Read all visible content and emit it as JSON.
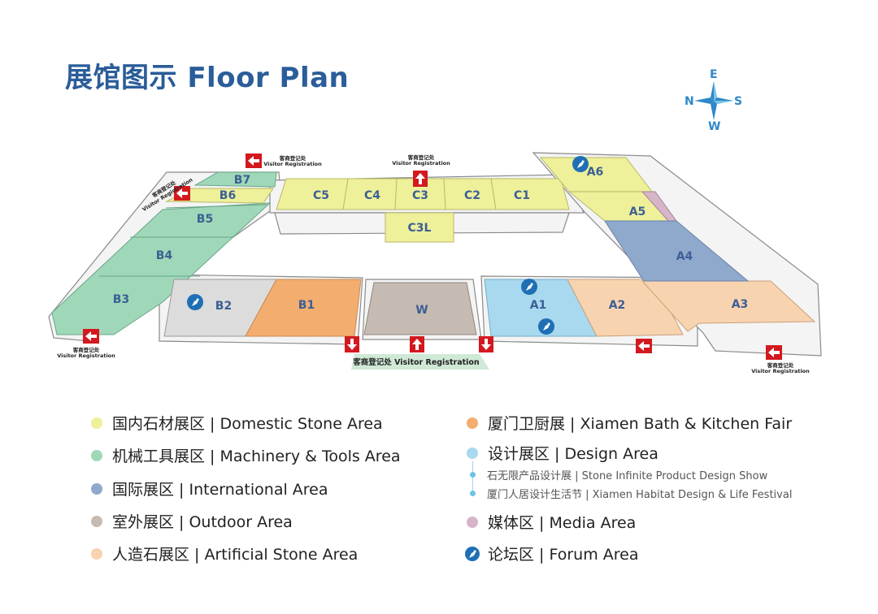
{
  "title": "展馆图示 Floor Plan",
  "compass": {
    "east": "E",
    "north": "N",
    "south": "S",
    "west": "W"
  },
  "colors": {
    "domestic_stone": "#eef09a",
    "machinery_tools": "#9fd8b8",
    "international": "#8fa9cc",
    "outdoor": "#c6bbb2",
    "artificial_stone": "#f8d3b0",
    "xiamen_bath_kitchen": "#f3ad6f",
    "design": "#a8d9ee",
    "media": "#d7b5c8",
    "forum": "#1f6fb5",
    "accent_red": "#d3191f",
    "title_blue": "#2a5d99"
  },
  "halls": {
    "A1": "A1",
    "A2": "A2",
    "A3": "A3",
    "A4": "A4",
    "A5": "A5",
    "A6": "A6",
    "B1": "B1",
    "B2": "B2",
    "B3": "B3",
    "B4": "B4",
    "B5": "B5",
    "B6": "B6",
    "B7": "B7",
    "C1": "C1",
    "C2": "C2",
    "C3": "C3",
    "C4": "C4",
    "C5": "C5",
    "C3L": "C3L",
    "W": "W"
  },
  "registration": {
    "zh": "客商登记处",
    "en": "Visitor Registration",
    "bottom_center": "客商登记处 Visitor Registration"
  },
  "legend": {
    "domestic_stone": "国内石材展区 | Domestic Stone Area",
    "machinery_tools": "机械工具展区 | Machinery & Tools Area",
    "international": "国际展区 | International Area",
    "outdoor": "室外展区 | Outdoor Area",
    "artificial_stone": "人造石展区 | Artificial Stone Area",
    "xiamen_bath_kitchen": "厦门卫厨展 | Xiamen Bath & Kitchen Fair",
    "design": "设计展区 | Design Area",
    "design_sub1": "石无限产品设计展 | Stone Infinite Product Design Show",
    "design_sub2": "厦门人居设计生活节 | Xiamen Habitat Design & Life Festival",
    "media": "媒体区 | Media Area",
    "forum": "论坛区 | Forum Area"
  }
}
